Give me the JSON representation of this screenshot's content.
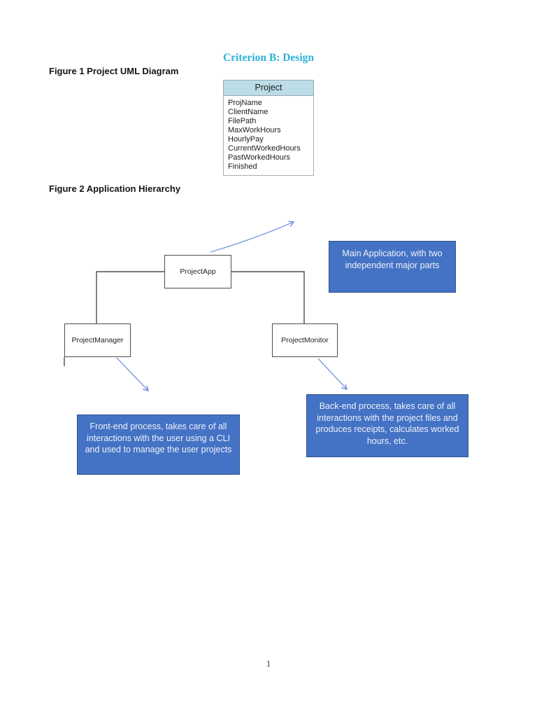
{
  "page": {
    "title": "Criterion B: Design",
    "page_number": "1"
  },
  "figure1": {
    "caption": "Figure 1 Project UML Diagram",
    "uml_class": {
      "name": "Project",
      "fields": [
        "ProjName",
        "ClientName",
        "FilePath",
        "MaxWorkHours",
        "HourlyPay",
        "CurrentWorkedHours",
        "PastWorkedHours",
        "Finished"
      ]
    }
  },
  "figure2": {
    "caption": "Figure 2 Application Hierarchy",
    "nodes": {
      "root": "ProjectApp",
      "left_child": "ProjectManager",
      "right_child": "ProjectMonitor"
    },
    "callouts": {
      "main": "Main Application, with two independent major parts",
      "front_end": "Front-end process, takes care of all interactions with the user using a CLI and used to manage the user projects",
      "back_end": "Back-end process, takes care of all interactions with the project files and produces receipts, calculates worked hours, etc."
    }
  },
  "colors": {
    "title_accent": "#2db3d8",
    "uml_header_fill": "#bcdde8",
    "callout_fill": "#4472c4",
    "callout_border": "#2f528f",
    "arrow_color": "#7c9be0",
    "node_border": "#4d4d4d"
  }
}
